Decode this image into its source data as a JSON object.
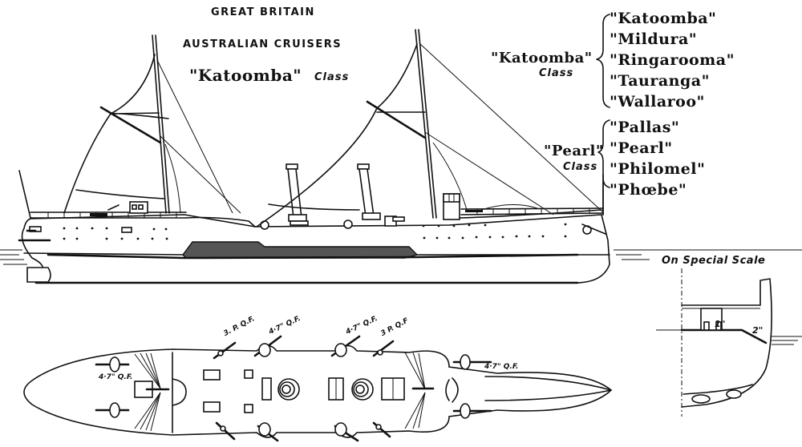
{
  "header": {
    "country": "GREAT BRITAIN",
    "subtitle": "AUSTRALIAN CRUISERS",
    "class_title": "\"Katoomba\"",
    "class_word": "Class"
  },
  "classes": [
    {
      "label": "\"Katoomba\"",
      "class_word": "Class",
      "ships": [
        "\"Katoomba\"",
        "\"Mildura\"",
        "\"Ringarooma\"",
        "\"Tauranga\"",
        "\"Wallaroo\""
      ]
    },
    {
      "label": "\"Pearl\"",
      "class_word": "Class",
      "ships": [
        "\"Pallas\"",
        "\"Pearl\"",
        "\"Philomel\"",
        "\"Phœbe\""
      ]
    }
  ],
  "deck_plan": {
    "gun_labels": {
      "aft": "4·7\" Q.F.",
      "port_3p_aft": "3. P. Q.F.",
      "port_47_aft": "4·7\" Q.F.",
      "port_47_fwd": "4·7\" Q.F.",
      "port_3p_fwd": "3 P. Q.F",
      "fore": "4·7\" Q.F."
    }
  },
  "section": {
    "label": "On Special Scale",
    "deck_armour": "1\"",
    "slope_armour": "2\""
  }
}
